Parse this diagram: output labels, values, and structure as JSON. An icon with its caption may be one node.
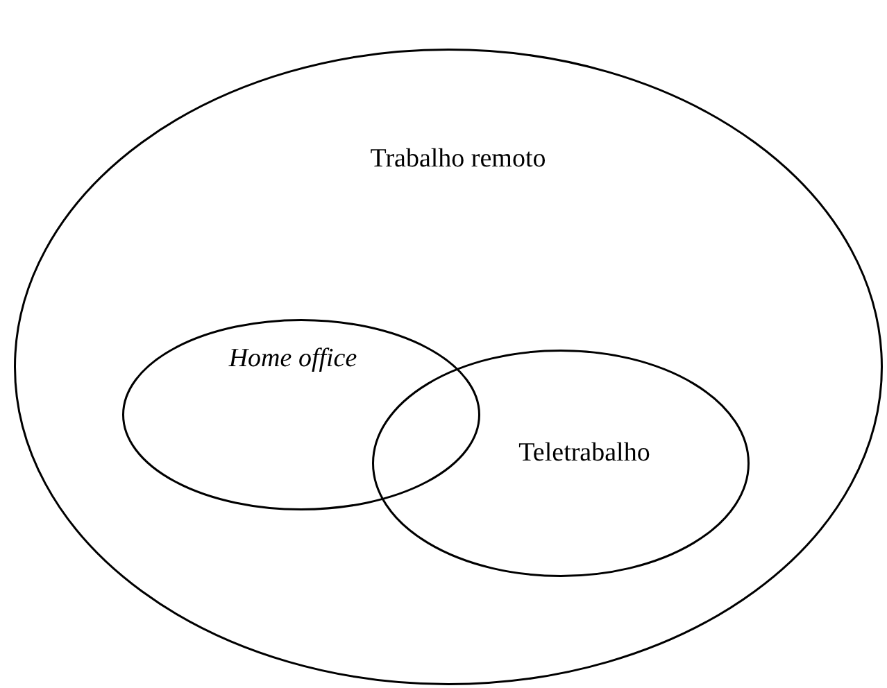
{
  "diagram": {
    "nodes": [
      {
        "text": [
          "Trabalho remoto"
        ]
      },
      {
        "text": [
          "Home office"
        ],
        "in": 0
      },
      {
        "text": [
          "Teletrabalho"
        ],
        "in": 0
      }
    ]
  }
}
